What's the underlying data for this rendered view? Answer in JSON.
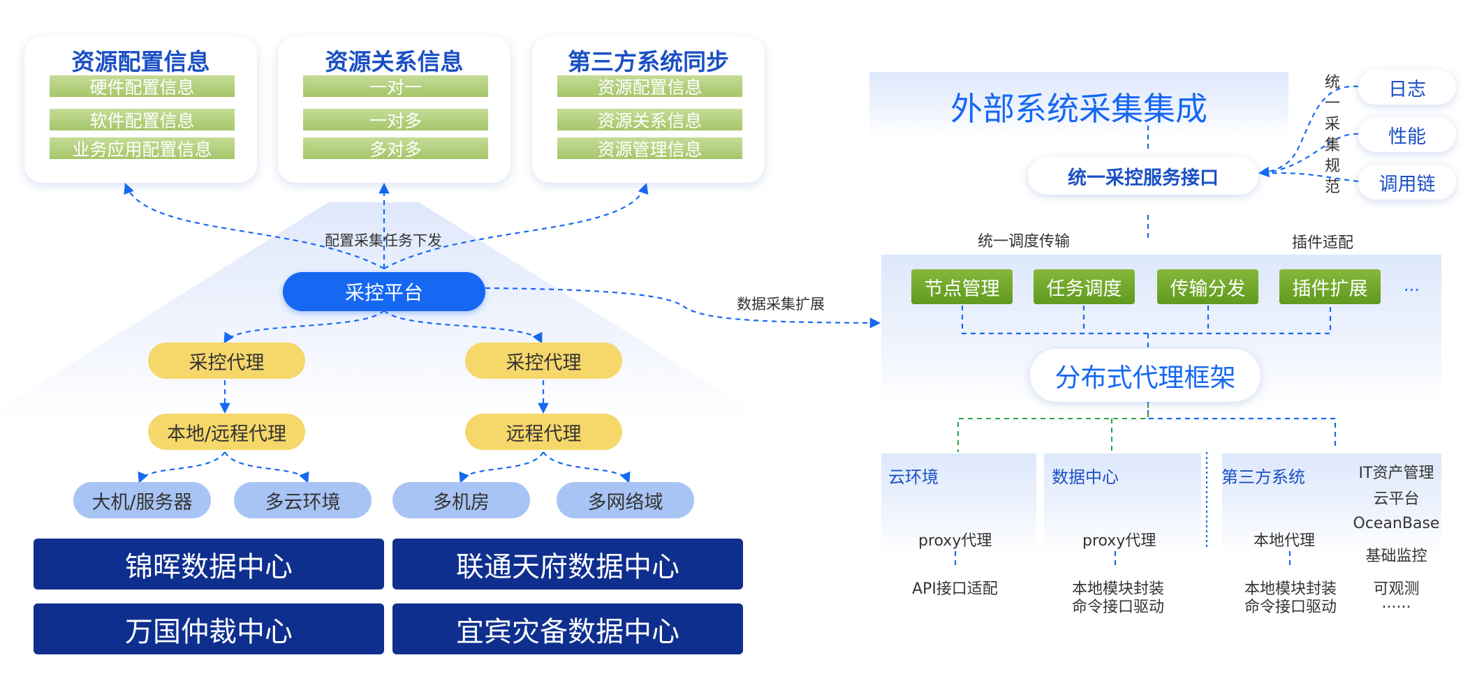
{
  "cards": [
    {
      "title": "资源配置信息",
      "items": [
        "硬件配置信息",
        "软件配置信息",
        "业务应用配置信息"
      ]
    },
    {
      "title": "资源关系信息",
      "items": [
        "一对一",
        "一对多",
        "多对多"
      ]
    },
    {
      "title": "第三方系统同步",
      "items": [
        "资源配置信息",
        "资源关系信息",
        "资源管理信息"
      ]
    }
  ],
  "left": {
    "task_label": "配置采集任务下发",
    "platform": "采控平台",
    "agent_left": "采控代理",
    "agent_right": "采控代理",
    "local_remote": "本地/远程代理",
    "remote": "远程代理",
    "targets": [
      "大机/服务器",
      "多云环境",
      "多机房",
      "多网络域"
    ],
    "datacenters": [
      "锦晖数据中心",
      "联通天府数据中心",
      "万国仲裁中心",
      "宜宾灾备数据中心"
    ]
  },
  "link_label": "数据采集扩展",
  "right": {
    "title": "外部系统采集集成",
    "interface": "统一采控服务接口",
    "spec_chars": [
      "统",
      "一",
      "采",
      "集",
      "规",
      "范"
    ],
    "side_items": [
      "日志",
      "性能",
      "调用链"
    ],
    "sched_label": "统一调度传输",
    "plugin_label": "插件适配",
    "buttons": [
      "节点管理",
      "任务调度",
      "传输分发",
      "插件扩展"
    ],
    "more": "...",
    "framework": "分布式代理框架",
    "sections": [
      {
        "title": "云环境",
        "proxy": "proxy代理",
        "sub": [
          "API接口适配"
        ]
      },
      {
        "title": "数据中心",
        "proxy": "proxy代理",
        "sub": [
          "本地模块封装",
          "命令接口驱动"
        ]
      },
      {
        "title": "第三方系统",
        "proxy": "本地代理",
        "sub": [
          "本地模块封装",
          "命令接口驱动"
        ]
      }
    ],
    "third_list": [
      "IT资产管理",
      "云平台",
      "OceanBase",
      "基础监控",
      "可观测",
      "......"
    ]
  },
  "colors": {
    "primary": "#1668f2",
    "navy": "#0f2f8e",
    "green": "#6ea52a",
    "yellow": "#f6d76a",
    "lightblue": "#a8c4f4",
    "text_blue": "#1a4fc4"
  }
}
